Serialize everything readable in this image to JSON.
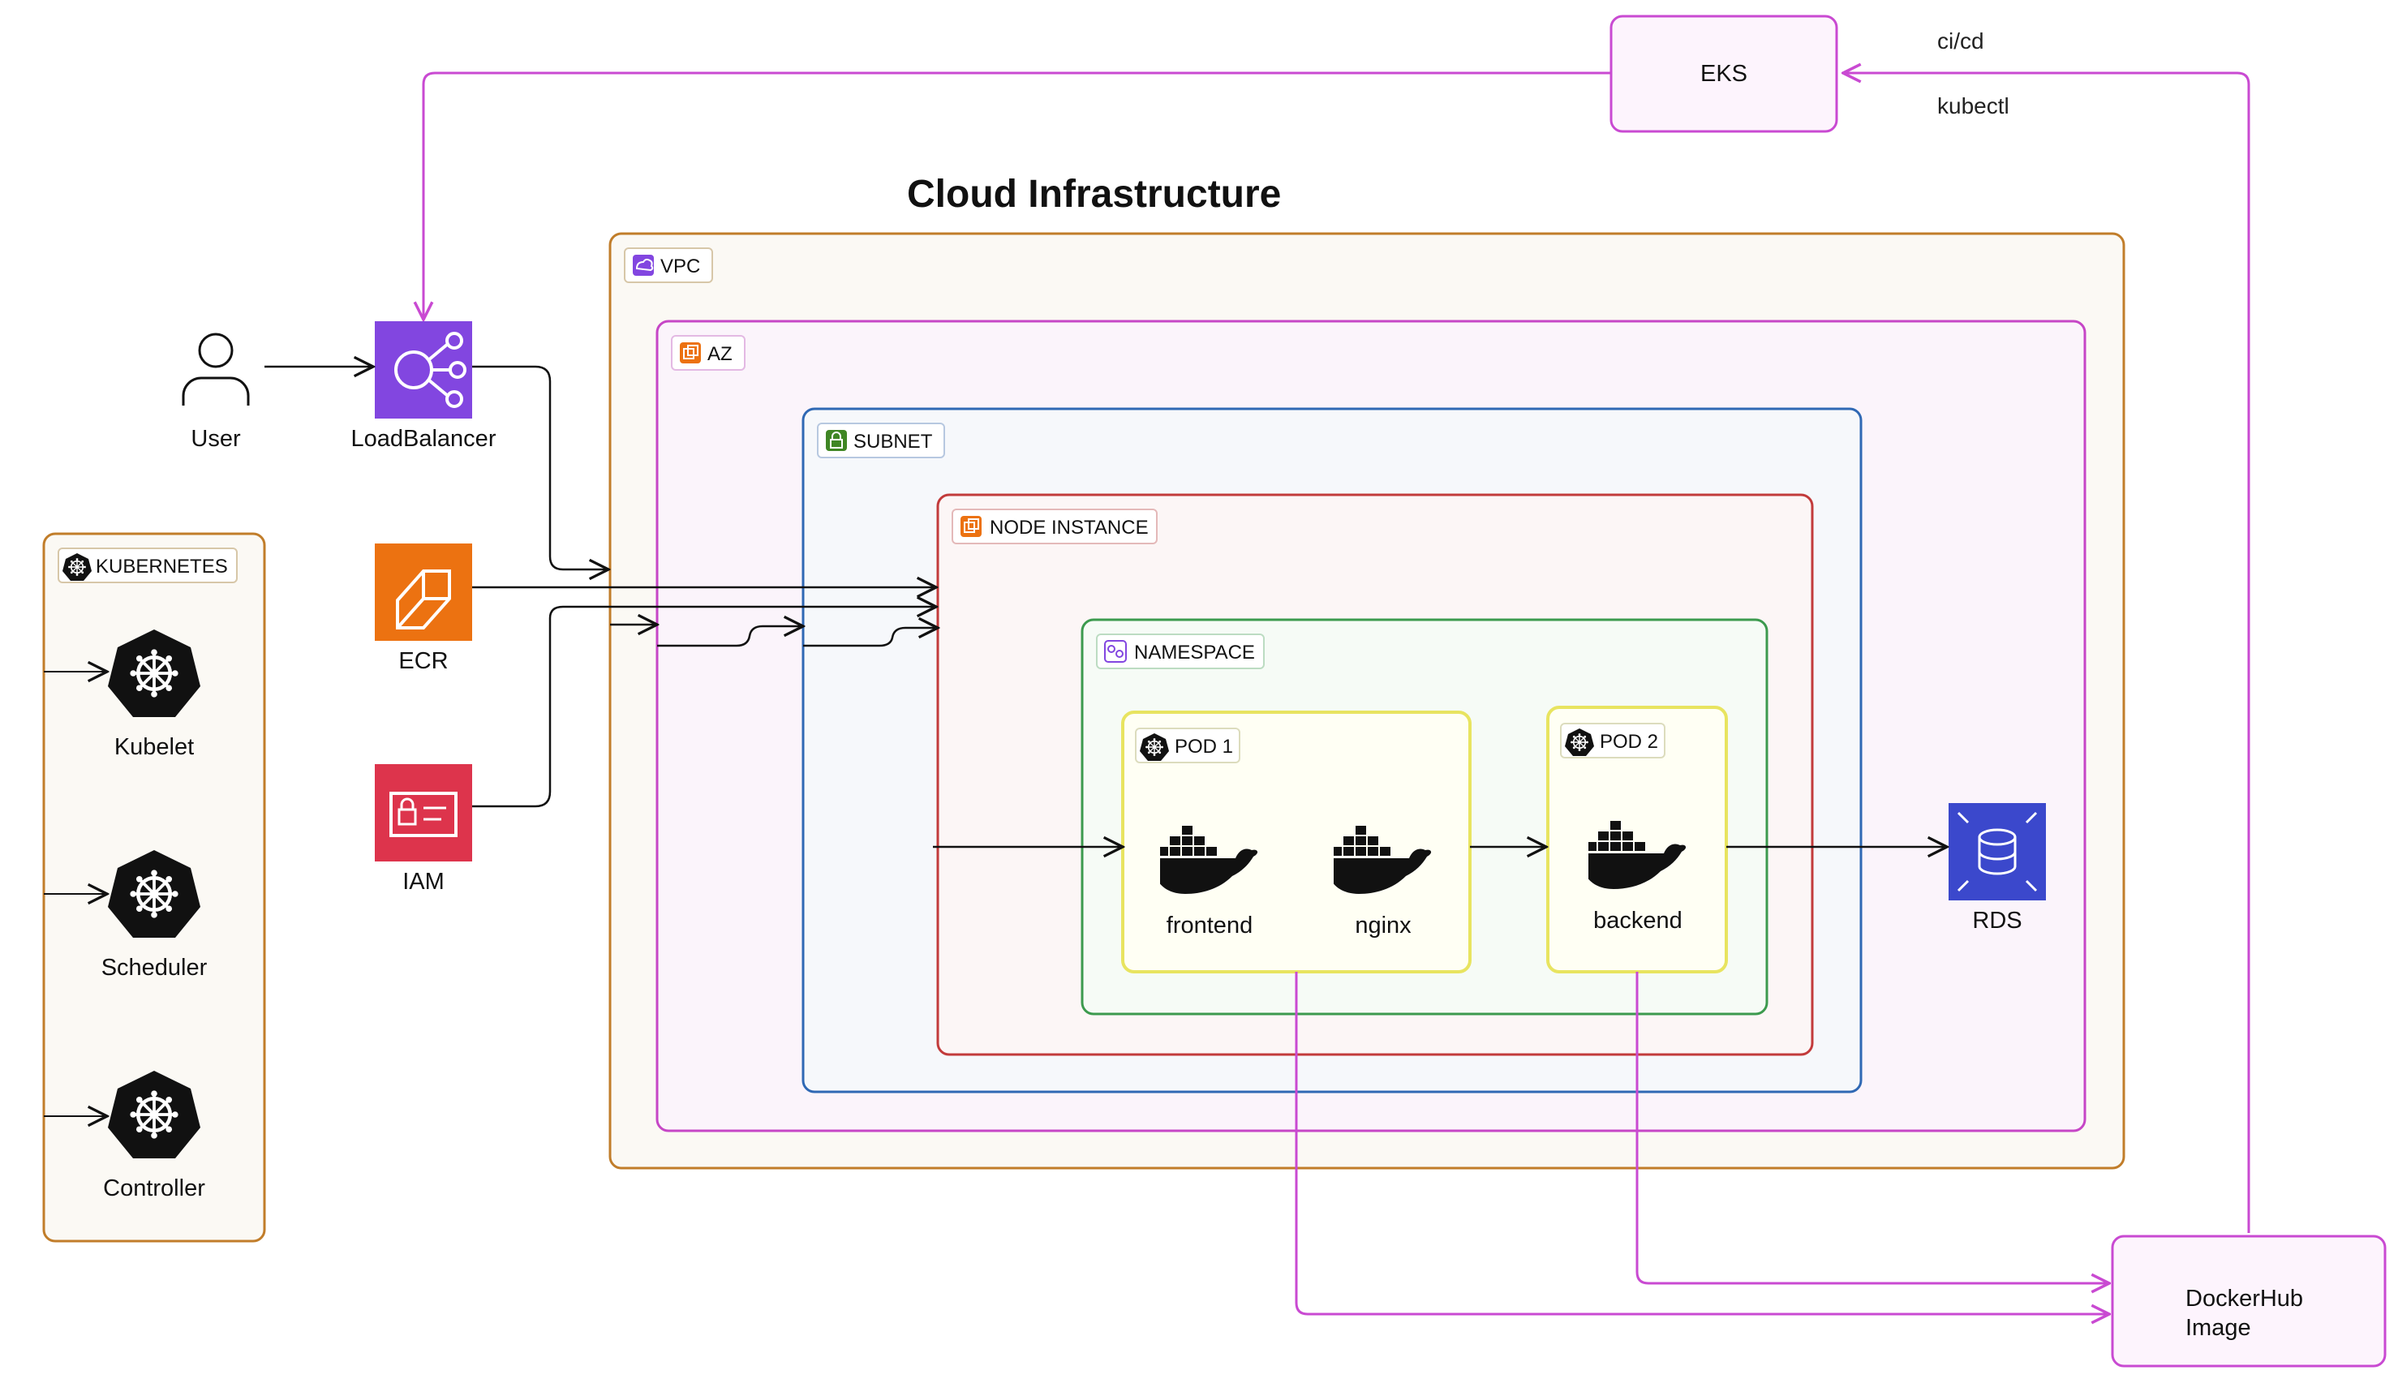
{
  "title": "Cloud Infrastructure",
  "top": {
    "eks": "EKS",
    "cicd": "ci/cd",
    "kubectl": "kubectl"
  },
  "left": {
    "user": "User",
    "load_balancer": "LoadBalancer",
    "ecr": "ECR",
    "iam": "IAM"
  },
  "kubernetes": {
    "tag": "KUBERNETES",
    "components": [
      "Kubelet",
      "Scheduler",
      "Controller"
    ]
  },
  "containers": {
    "vpc": "VPC",
    "az": "AZ",
    "subnet": "SUBNET",
    "node_instance": "NODE INSTANCE",
    "namespace": "NAMESPACE",
    "pod1": "POD 1",
    "pod2": "POD 2"
  },
  "services": {
    "frontend": "frontend",
    "nginx": "nginx",
    "backend": "backend",
    "rds": "RDS"
  },
  "dockerhub": {
    "line1": "DockerHub",
    "line2": "Image"
  },
  "colors": {
    "vpc": "#c17d2a",
    "az": "#c646c6",
    "subnet": "#2f68b4",
    "node": "#c23b3b",
    "namespace": "#3c9a4e",
    "pod": "#e8e460",
    "flow_magenta": "#c94ad2",
    "elb": "#8246e0",
    "ecr": "#ec7211",
    "iam": "#dd344c",
    "rds": "#3b48cc"
  }
}
